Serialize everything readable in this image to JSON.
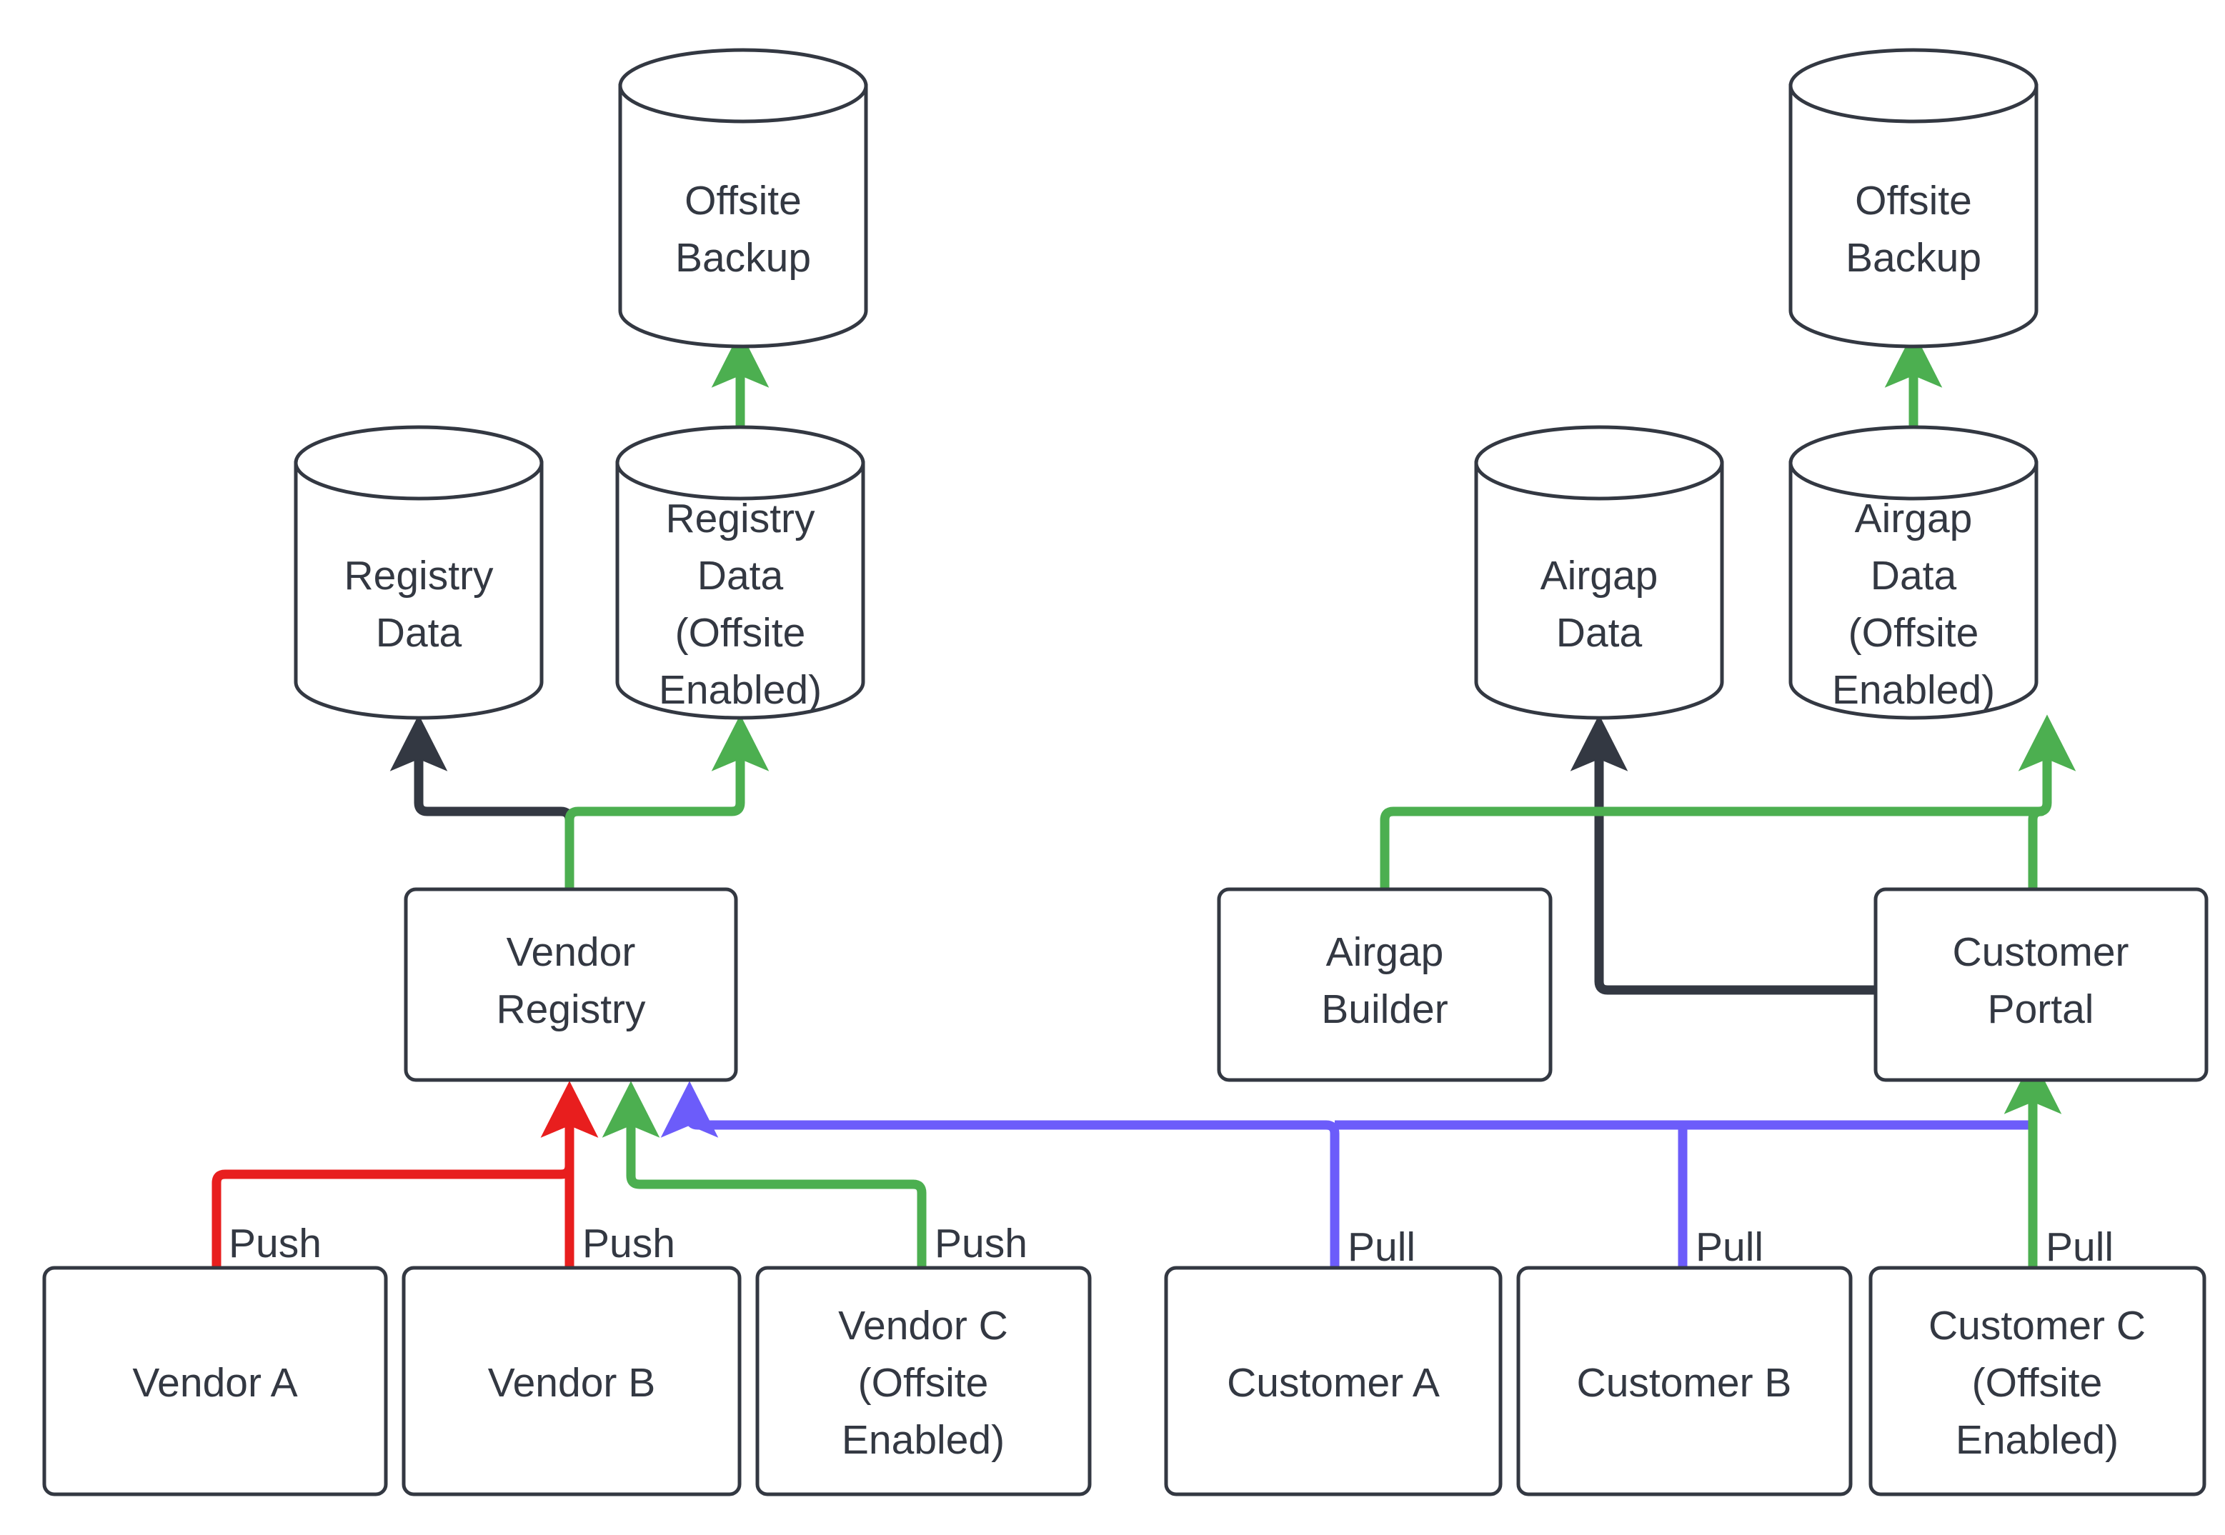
{
  "diagram": {
    "title": "Vendor Registry and Customer Portal Data Flow",
    "background_color": "#ffffff",
    "node_stroke_color": "#333842",
    "text_color": "#333842",
    "edge_colors": {
      "dark": "#333842",
      "green": "#4caf50",
      "red": "#e81e1e",
      "purple": "#6c5cfa"
    }
  },
  "nodes": {
    "offsite_backup_left": {
      "label_line_1": "Offsite",
      "label_line_2": "Backup",
      "shape": "cylinder"
    },
    "offsite_backup_right": {
      "label_line_1": "Offsite",
      "label_line_2": "Backup",
      "shape": "cylinder"
    },
    "registry_data": {
      "label_line_1": "Registry",
      "label_line_2": "Data",
      "shape": "cylinder"
    },
    "registry_data_offsite": {
      "label_line_1": "Registry",
      "label_line_2": "Data",
      "label_line_3": "(Offsite",
      "label_line_4": "Enabled)",
      "shape": "cylinder"
    },
    "airgap_data": {
      "label_line_1": "Airgap",
      "label_line_2": "Data",
      "shape": "cylinder"
    },
    "airgap_data_offsite": {
      "label_line_1": "Airgap",
      "label_line_2": "Data",
      "label_line_3": "(Offsite",
      "label_line_4": "Enabled)",
      "shape": "cylinder"
    },
    "vendor_registry": {
      "label_line_1": "Vendor",
      "label_line_2": "Registry",
      "shape": "box"
    },
    "airgap_builder": {
      "label_line_1": "Airgap",
      "label_line_2": "Builder",
      "shape": "box"
    },
    "customer_portal": {
      "label_line_1": "Customer",
      "label_line_2": "Portal",
      "shape": "box"
    },
    "vendor_a": {
      "label_line_1": "Vendor A",
      "shape": "box"
    },
    "vendor_b": {
      "label_line_1": "Vendor B",
      "shape": "box"
    },
    "vendor_c": {
      "label_line_1": "Vendor C",
      "label_line_2": "(Offsite",
      "label_line_3": "Enabled)",
      "shape": "box"
    },
    "customer_a": {
      "label_line_1": "Customer A",
      "shape": "box"
    },
    "customer_b": {
      "label_line_1": "Customer B",
      "shape": "box"
    },
    "customer_c": {
      "label_line_1": "Customer C",
      "label_line_2": "(Offsite",
      "label_line_3": "Enabled)",
      "shape": "box"
    }
  },
  "edge_labels": {
    "vendor_a_push": "Push",
    "vendor_b_push": "Push",
    "vendor_c_push": "Push",
    "customer_a_pull": "Pull",
    "customer_b_pull": "Pull",
    "customer_c_pull": "Pull"
  }
}
